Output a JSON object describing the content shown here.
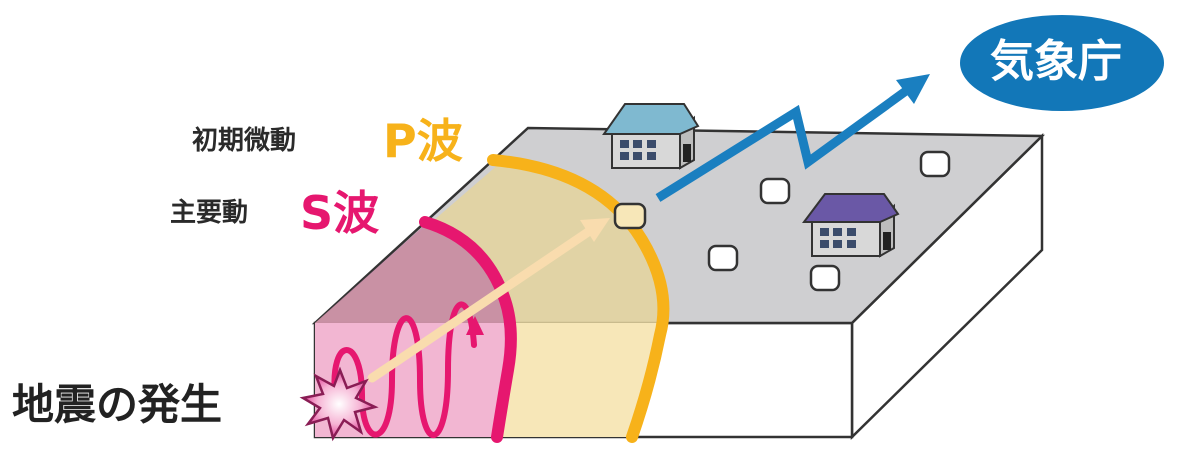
{
  "labels": {
    "agency": "気象庁",
    "p_wave_desc": "初期微動",
    "p_wave": "P波",
    "s_wave_desc": "主要動",
    "s_wave": "S波",
    "origin": "地震の発生"
  },
  "colors": {
    "p_wave": "#f7b21a",
    "s_wave": "#e6176f",
    "agency_ellipse": "#1277b8",
    "signal_arrow": "#1a7fc0",
    "ground_top": "#cfcfd1",
    "s_zone": "#f2b6d2",
    "p_zone": "#f7e7b8",
    "house_blue_roof": "#7fb9d0",
    "house_purple_roof": "#6a58a6"
  },
  "icons": {
    "house": "house-icon",
    "seismometer": "seismometer-icon",
    "epicenter": "explosion-icon"
  }
}
